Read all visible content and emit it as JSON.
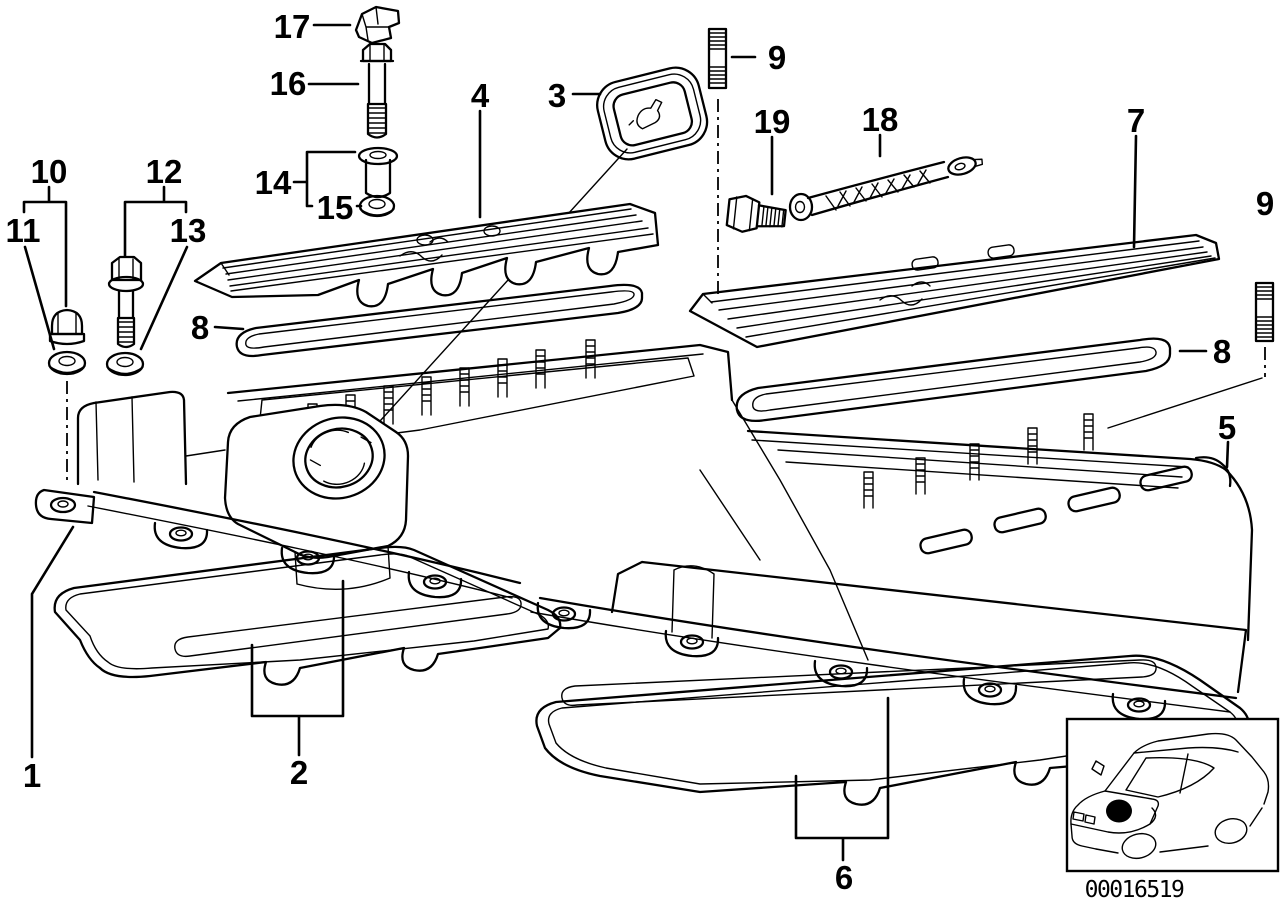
{
  "diagram": {
    "type": "exploded-parts-diagram",
    "callouts": {
      "c1": "1",
      "c2": "2",
      "c3": "3",
      "c4": "4",
      "c5": "5",
      "c6": "6",
      "c7": "7",
      "c8_left": "8",
      "c8_right": "8",
      "c9_top": "9",
      "c9_right": "9",
      "c10": "10",
      "c11": "11",
      "c12": "12",
      "c13": "13",
      "c14": "14",
      "c15": "15",
      "c16": "16",
      "c17": "17",
      "c18": "18",
      "c19": "19"
    },
    "icons": {
      "cap_symbol": "oil-can-icon",
      "inset_vehicle": "bmw-coupe-icon",
      "inset_marker": "engine-location-dot"
    },
    "colors": {
      "line": "#000000",
      "background": "#ffffff"
    }
  },
  "inset": {
    "code": "00016519"
  }
}
